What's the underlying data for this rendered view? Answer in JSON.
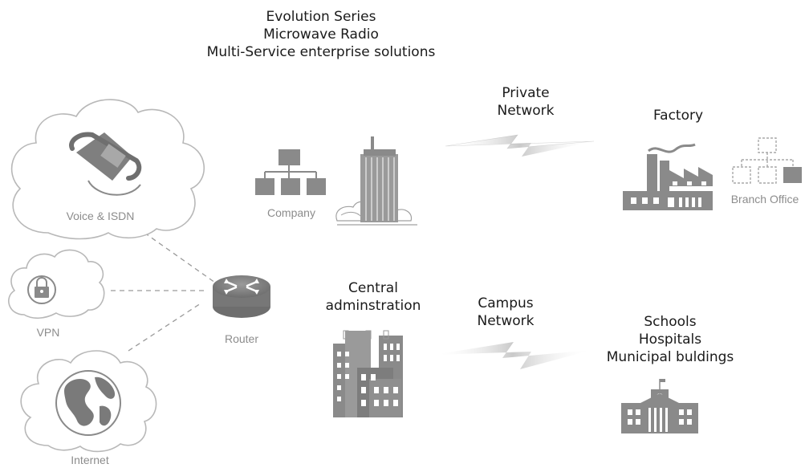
{
  "title": {
    "line1": "Evolution Series",
    "line2": "Microwave Radio",
    "line3": "Multi-Service enterprise solutions"
  },
  "labels": {
    "private_network_1": "Private",
    "private_network_2": "Network",
    "factory": "Factory",
    "branch_office": "Branch Office",
    "company": "Company",
    "voice_isdn": "Voice & ISDN",
    "vpn": "VPN",
    "router": "Router",
    "internet": "Internet",
    "central_admin_1": "Central",
    "central_admin_2": "adminstration",
    "campus_network_1": "Campus",
    "campus_network_2": "Network",
    "schools": "Schools",
    "hospitals": "Hospitals",
    "municipal": "Municipal buldings"
  },
  "colors": {
    "icon_gray": "#8a8a8a",
    "light_gray": "#c8c8c8",
    "outline_gray": "#b5b5b5",
    "text_dark": "#1a1a1a",
    "text_gray": "#8c8c8c"
  },
  "icons": [
    "phone-icon",
    "lock-icon",
    "globe-icon",
    "router-icon",
    "org-chart-icon",
    "skyscraper-icon",
    "factory-icon",
    "branch-chart-icon",
    "city-buildings-icon",
    "municipal-building-icon",
    "lightning-link-icon"
  ]
}
